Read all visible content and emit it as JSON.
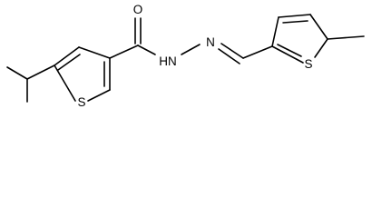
{
  "molecule": {
    "atoms": {
      "s1": "S",
      "o1": "O",
      "nh": "HN",
      "n2": "N",
      "s2": "S"
    }
  }
}
